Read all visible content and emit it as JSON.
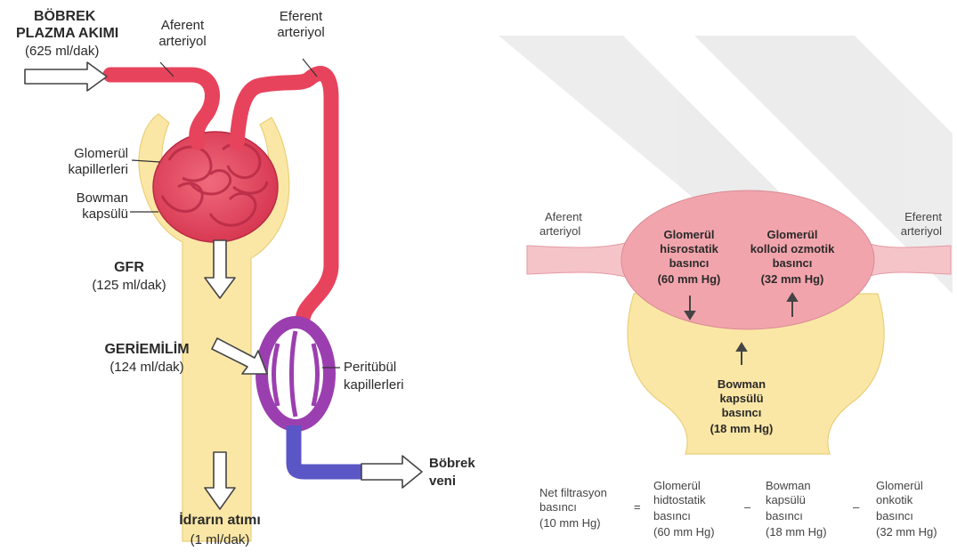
{
  "nephron": {
    "renal_plasma_flow": {
      "title_line1": "BÖBREK",
      "title_line2": "PLAZMA AKIMI",
      "value": "(625 ml/dak)"
    },
    "afferent": {
      "line1": "Aferent",
      "line2": "arteriyol"
    },
    "efferent": {
      "line1": "Eferent",
      "line2": "arteriyol"
    },
    "glomerular_capillaries": {
      "line1": "Glomerül",
      "line2": "kapillerleri"
    },
    "bowman_capsule": {
      "line1": "Bowman",
      "line2": "kapsülü"
    },
    "gfr": {
      "title": "GFR",
      "value": "(125 ml/dak)"
    },
    "reabsorption": {
      "title": "GERİEMİLİM",
      "value": "(124 ml/dak)"
    },
    "peritubular": {
      "line1": "Peritübül",
      "line2": "kapillerleri"
    },
    "renal_vein": {
      "line1": "Böbrek",
      "line2": "veni"
    },
    "urine": {
      "title": "İdrarın atımı",
      "value": "(1 ml/dak)"
    }
  },
  "pressures": {
    "afferent": {
      "line1": "Aferent",
      "line2": "arteriyol"
    },
    "efferent": {
      "line1": "Eferent",
      "line2": "arteriyol"
    },
    "glomerular_hydrostatic": {
      "line1": "Glomerül",
      "line2": "hisrostatik",
      "line3": "basıncı",
      "line4": "(60 mm Hg)"
    },
    "glomerular_oncotic": {
      "line1": "Glomerül",
      "line2": "kolloid ozmotik",
      "line3": "basıncı",
      "line4": "(32 mm Hg)"
    },
    "bowman": {
      "line1": "Bowman",
      "line2": "kapsülü",
      "line3": "basıncı",
      "line4": "(18 mm Hg)"
    }
  },
  "equation": {
    "net": {
      "line1": "Net filtrasyon",
      "line2": "basıncı",
      "line3": "(10 mm Hg)"
    },
    "equals": "=",
    "hydro": {
      "line1": "Glomerül",
      "line2": "hidtostatik",
      "line3": "basıncı",
      "line4": "(60 mm Hg)"
    },
    "minus1": "–",
    "bowman": {
      "line1": "Bowman",
      "line2": "kapsülü",
      "line3": "basıncı",
      "line4": "(18 mm Hg)"
    },
    "minus2": "–",
    "oncotic": {
      "line1": "Glomerül",
      "line2": "onkotik",
      "line3": "basıncı",
      "line4": "(32 mm Hg)"
    }
  },
  "colors": {
    "capillary_red": "#e8435c",
    "capsule_yellow": "#fbe7a5",
    "peritubular_purple": "#9b3fb0",
    "vein_blue": "#5a56c6",
    "glomerulus_pink": "#f2a4ac"
  }
}
